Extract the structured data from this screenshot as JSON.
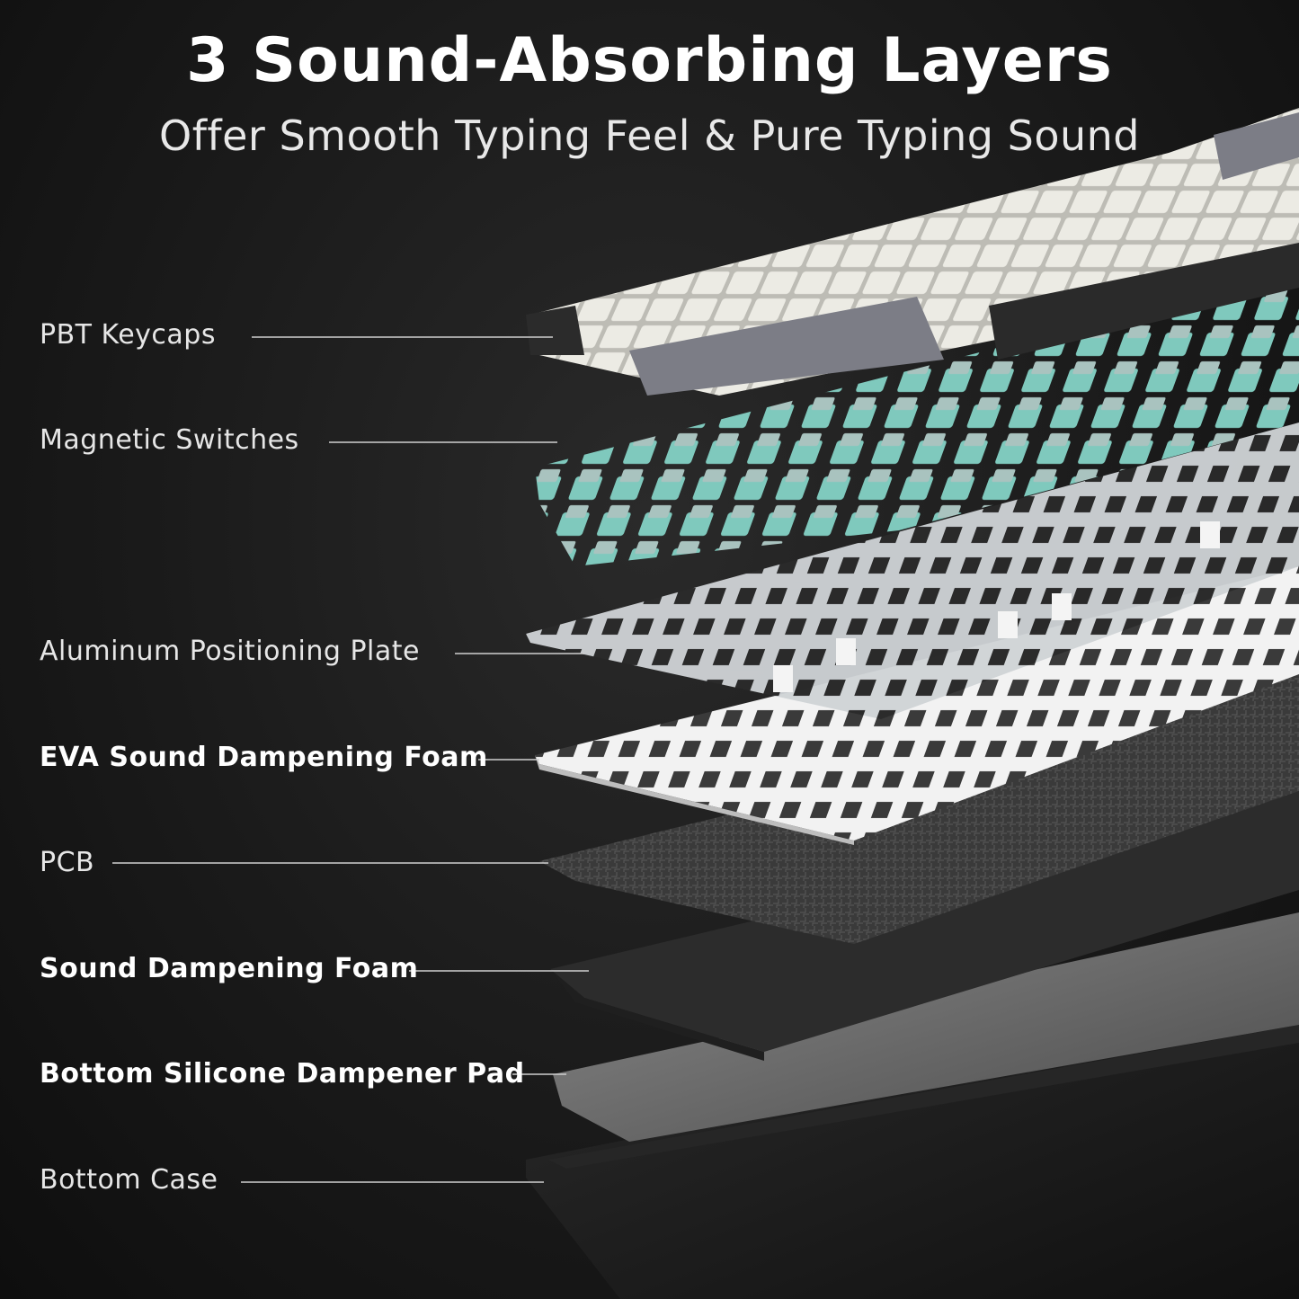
{
  "header": {
    "title": "3 Sound-Absorbing Layers",
    "subtitle": "Offer Smooth Typing Feel & Pure Typing Sound"
  },
  "layers": [
    {
      "label": "PBT Keycaps",
      "bold": false
    },
    {
      "label": "Magnetic Switches",
      "bold": false
    },
    {
      "label": "Aluminum Positioning Plate",
      "bold": false
    },
    {
      "label": "EVA Sound Dampening Foam",
      "bold": true
    },
    {
      "label": "PCB",
      "bold": false
    },
    {
      "label": "Sound Dampening Foam",
      "bold": true
    },
    {
      "label": "Bottom Silicone Dampener Pad",
      "bold": true
    },
    {
      "label": "Bottom Case",
      "bold": false
    }
  ],
  "colors": {
    "background": "#1a1a1a",
    "keycap_white": "#ecebe4",
    "keycap_gray": "#7c7d86",
    "switch_teal": "#7fc9bd",
    "plate": "#c9cdd0",
    "foam_white": "#f1f1f1",
    "pcb": "#3c3c3c",
    "foam_dark": "#2b2b2b",
    "silicone": "#6d6d6d",
    "case": "#161616"
  }
}
